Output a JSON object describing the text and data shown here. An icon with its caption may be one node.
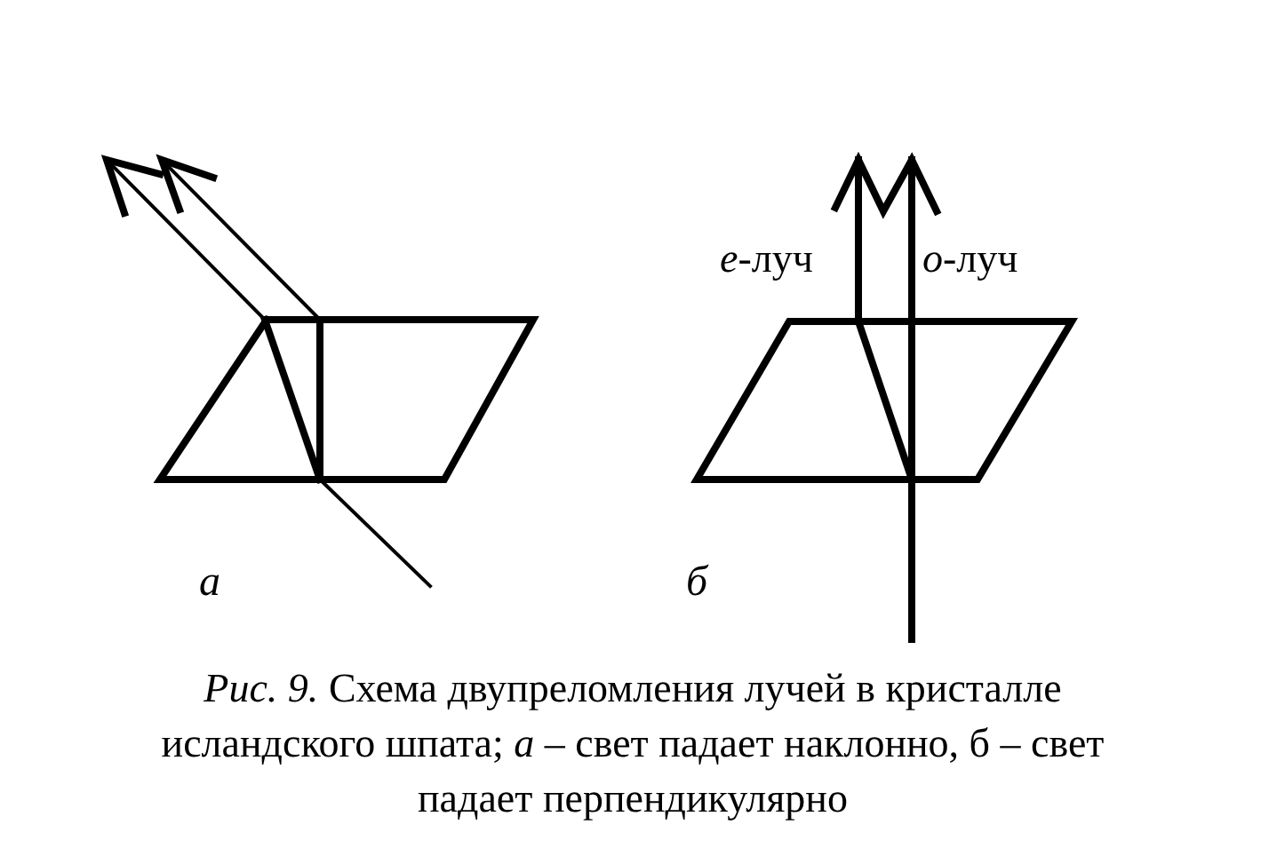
{
  "diagram": {
    "caption": "*Рис. 9.* Схема двупреломления лучей в кристалле исландского шпата; *а* – свет падает наклонно, б – свет падает перпендикулярно",
    "labels": [
      "*e*-луч",
      "*o*-луч",
      "а",
      "б"
    ]
  }
}
